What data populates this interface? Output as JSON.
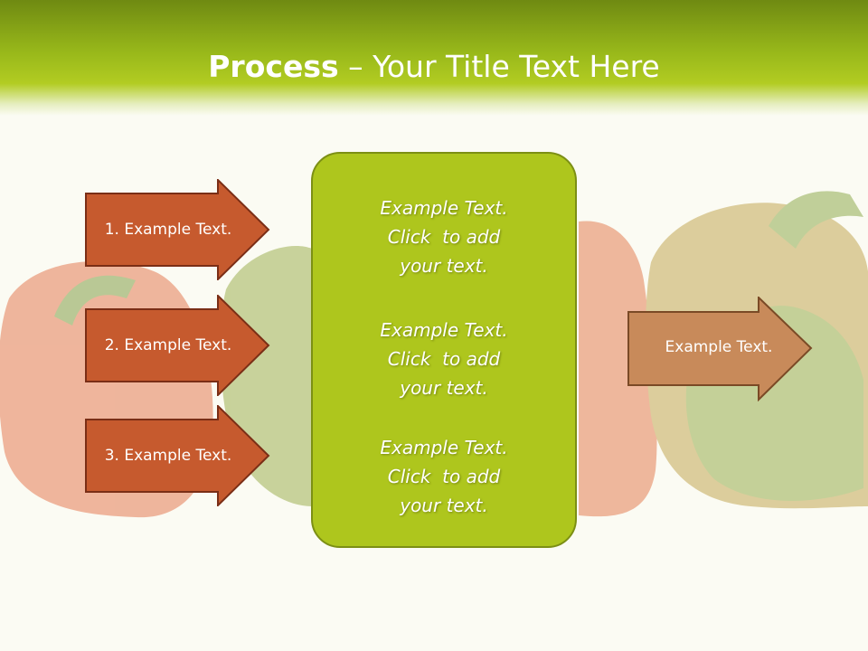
{
  "slide": {
    "title_bold": "Process",
    "title_rest": " – Your Title Text Here"
  },
  "left_arrows": [
    {
      "label": "1. Example Text."
    },
    {
      "label": "2. Example Text."
    },
    {
      "label": "3. Example Text."
    }
  ],
  "center_box": {
    "blocks": [
      {
        "line1": "Example Text.",
        "line2": "Click  to add",
        "line3": "your text."
      },
      {
        "line1": "Example Text.",
        "line2": "Click  to add",
        "line3": "your text."
      },
      {
        "line1": "Example Text.",
        "line2": "Click  to add",
        "line3": "your text."
      }
    ]
  },
  "right_arrow": {
    "label": "Example Text."
  },
  "colors": {
    "header_green": "#98b81a",
    "box_green": "#aec61d",
    "arrow_orange": "#c65a2e",
    "arrow_tan": "#c88a5a"
  },
  "icons": [
    "pepper-image"
  ]
}
